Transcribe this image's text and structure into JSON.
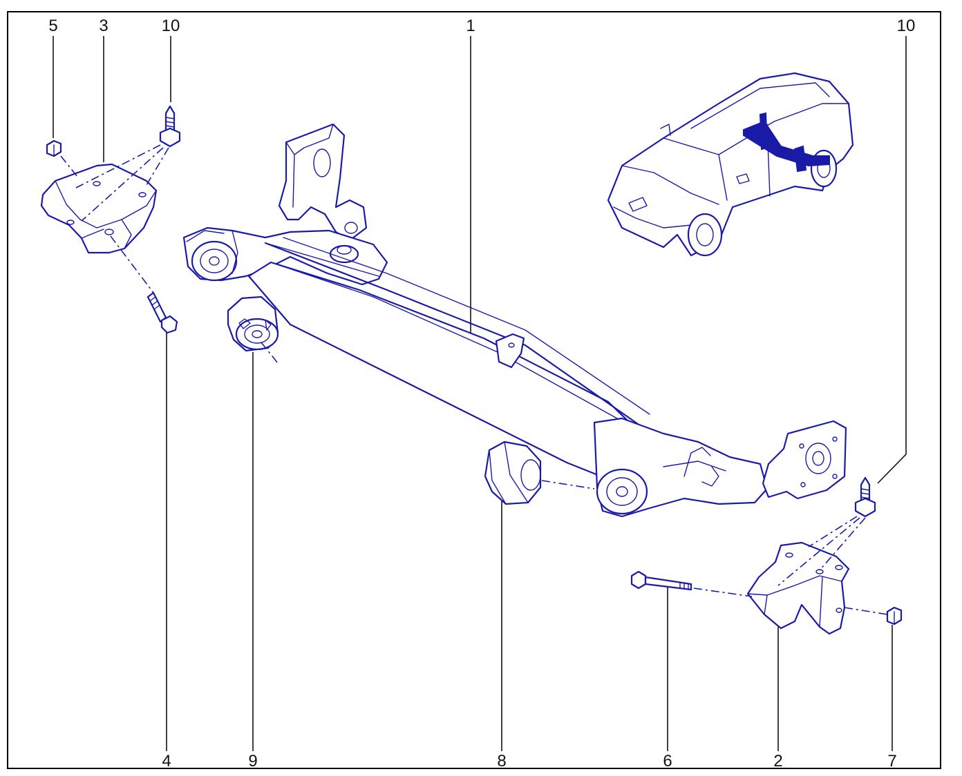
{
  "callouts": [
    {
      "id": "c5-top",
      "text": "5"
    },
    {
      "id": "c3-top",
      "text": "3"
    },
    {
      "id": "c10-top-left",
      "text": "10"
    },
    {
      "id": "c1-top",
      "text": "1"
    },
    {
      "id": "c10-top-right",
      "text": "10"
    },
    {
      "id": "c4-bottom",
      "text": "4"
    },
    {
      "id": "c9-bottom",
      "text": "9"
    },
    {
      "id": "c8-bottom",
      "text": "8"
    },
    {
      "id": "c6-bottom",
      "text": "6"
    },
    {
      "id": "c2-bottom",
      "text": "2"
    },
    {
      "id": "c7-bottom",
      "text": "7"
    }
  ],
  "colors": {
    "ink": "#1a1aa8",
    "label": "#111111",
    "frame": "#000000"
  }
}
